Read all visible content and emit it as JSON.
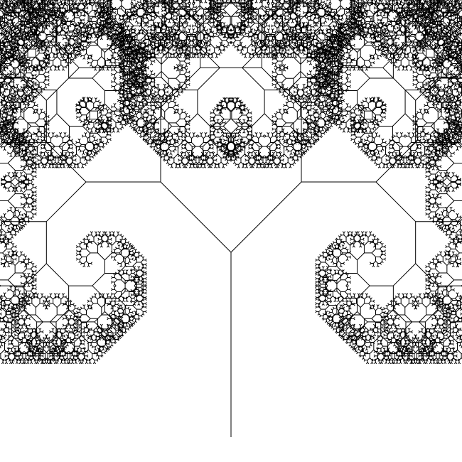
{
  "figure": {
    "kind": "fractal-tree",
    "background_color": "#ffffff",
    "stroke_color": "#000000",
    "branching": "binary",
    "branch_angle_deg": 45,
    "length_ratio": 0.75,
    "recursion_depth": 15
  }
}
